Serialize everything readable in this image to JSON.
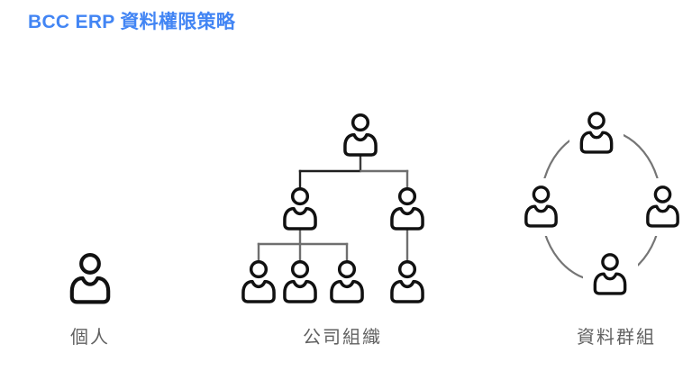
{
  "title": "BCC ERP 資料權限策略",
  "colors": {
    "title_blue": "#4285F4",
    "label_gray": "#616161",
    "icon_stroke": "#111111",
    "connector_dark": "#1f1f1f",
    "connector_gray": "#6f6f6f",
    "arc_gray": "#757575",
    "background": "#ffffff"
  },
  "sections": [
    {
      "id": "individual",
      "label": "個人",
      "icon": "person-icon",
      "person_count": 1
    },
    {
      "id": "organization",
      "label": "公司組織",
      "icon": "org-chart-persons",
      "person_count": 7
    },
    {
      "id": "data-group",
      "label": "資料群組",
      "icon": "person-circle",
      "person_count": 4
    }
  ]
}
